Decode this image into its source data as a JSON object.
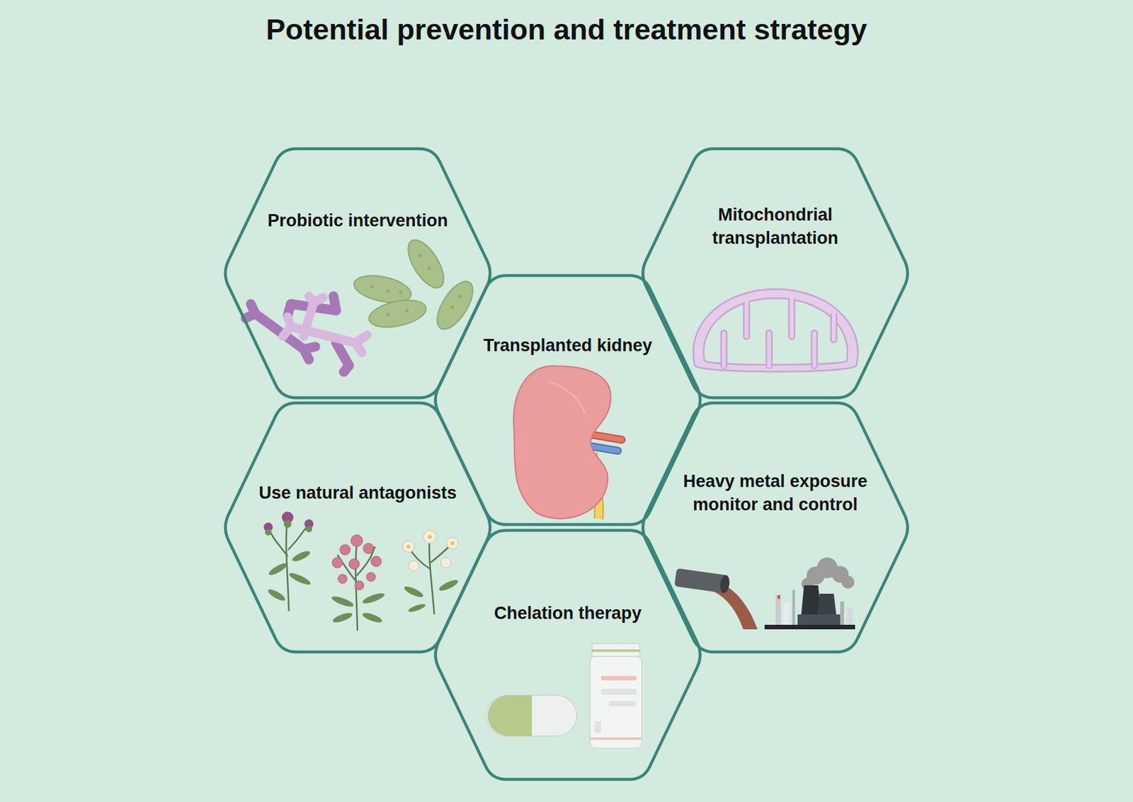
{
  "diagram": {
    "title": "Potential prevention and treatment strategy",
    "nodes": [
      {
        "text": [
          "Probiotic intervention"
        ]
      },
      {
        "text": [
          "Mitochondrial transplantation"
        ]
      },
      {
        "text": [
          "Transplanted kidney"
        ]
      },
      {
        "text": [
          "Use natural antagonists"
        ]
      },
      {
        "text": [
          "Heavy metal exposure monitor and control"
        ]
      },
      {
        "text": [
          "Chelation therapy"
        ]
      }
    ]
  }
}
